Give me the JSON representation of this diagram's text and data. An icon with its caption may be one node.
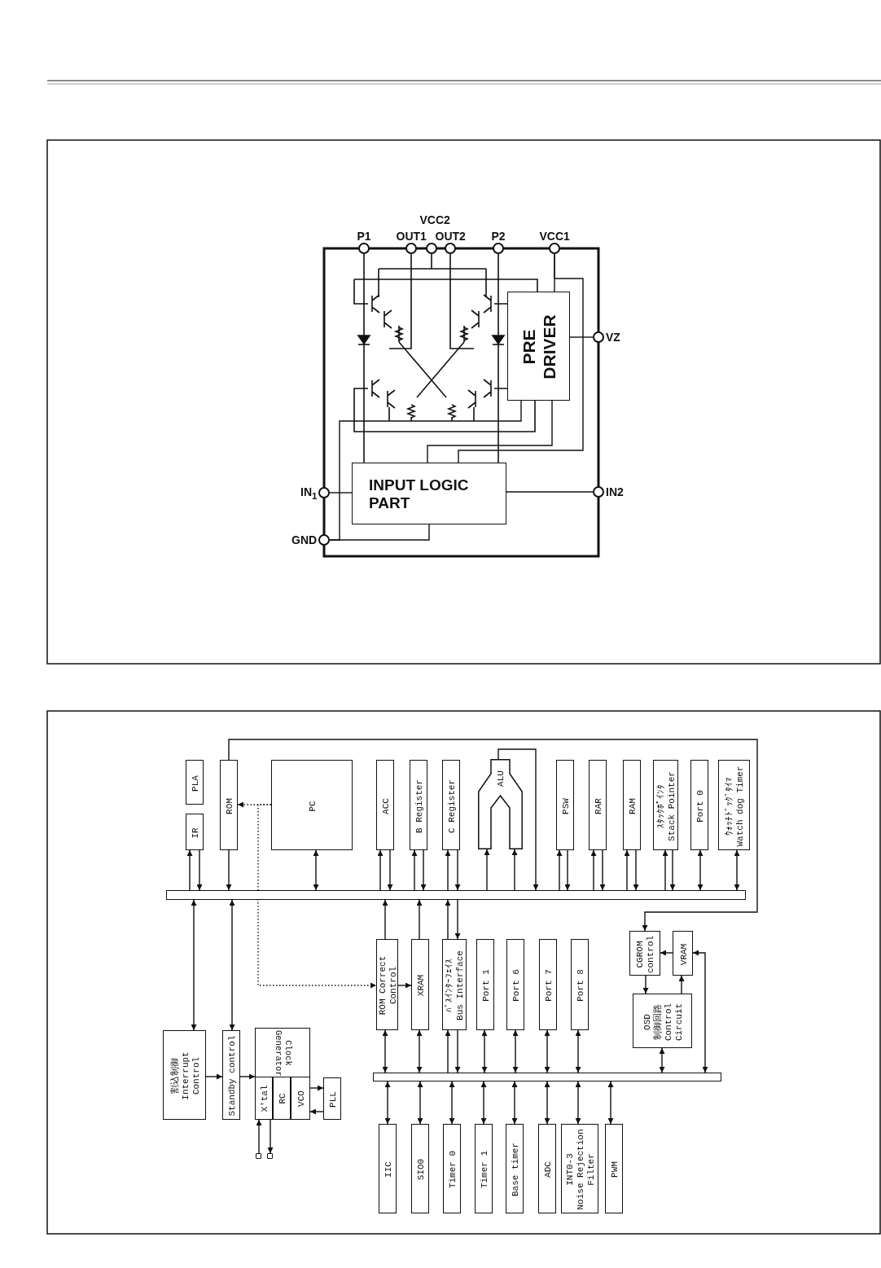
{
  "diagram": {
    "nodes": [
      {
        "text": [
          "P1"
        ]
      },
      {
        "text": [
          "OUT1"
        ]
      },
      {
        "text": [
          "VCC2"
        ]
      },
      {
        "text": [
          "OUT2"
        ]
      },
      {
        "text": [
          "P2"
        ]
      },
      {
        "text": [
          "VCC1"
        ]
      },
      {
        "text": [
          "VZ"
        ]
      },
      {
        "text": [
          "IN$_{1}$"
        ]
      },
      {
        "text": [
          "IN2"
        ]
      },
      {
        "text": [
          "GND"
        ]
      },
      {
        "text": [
          "PRE DRIVER"
        ]
      },
      {
        "text": [
          "INPUT LOGIC PART"
        ]
      },
      {
        "text": [
          "PLA"
        ]
      },
      {
        "text": [
          "IR"
        ]
      },
      {
        "text": [
          "ROM"
        ]
      },
      {
        "text": [
          "PC"
        ]
      },
      {
        "text": [
          "ACC"
        ]
      },
      {
        "text": [
          "B Register"
        ]
      },
      {
        "text": [
          "C Register"
        ]
      },
      {
        "text": [
          "ALU"
        ]
      },
      {
        "text": [
          "PSW"
        ]
      },
      {
        "text": [
          "RAR"
        ]
      },
      {
        "text": [
          "RAM"
        ]
      },
      {
        "text": [
          "ｽﾀｯｸﾎﾟｲﾝﾀ",
          "Stack Pointer"
        ]
      },
      {
        "text": [
          "Port 0"
        ]
      },
      {
        "text": [
          "ｳｫｯﾁﾄﾞｯｸﾞﾀｲﾏ",
          "Watch dog Timer"
        ]
      },
      {
        "text": [],
        "shape": "bar"
      },
      {
        "text": [
          "割込制御",
          "Interrupt Control"
        ]
      },
      {
        "text": [
          "Standby control"
        ]
      },
      {
        "text": [
          "Clock Generator"
        ]
      },
      {
        "text": [
          "X'tal"
        ],
        "in": 29
      },
      {
        "text": [
          "RC"
        ],
        "in": 29
      },
      {
        "text": [
          "VCO"
        ],
        "in": 29
      },
      {
        "text": [
          "PLL"
        ]
      },
      {
        "text": [],
        "shape": "box"
      },
      {
        "text": [],
        "shape": "box"
      },
      {
        "text": [
          "ROM Correct Control"
        ]
      },
      {
        "text": [
          "XRAM"
        ]
      },
      {
        "text": [
          "ﾊﾞｽｲﾝﾀｰﾌｪｲｽ",
          "Bus Interface"
        ]
      },
      {
        "text": [
          "Port 1"
        ]
      },
      {
        "text": [
          "Port 6"
        ]
      },
      {
        "text": [
          "Port 7"
        ]
      },
      {
        "text": [
          "Port 8"
        ]
      },
      {
        "text": [
          "CGROM control"
        ]
      },
      {
        "text": [
          "VRAM"
        ]
      },
      {
        "text": [
          "OSD",
          "制御回路",
          "Control Circuit"
        ]
      },
      {
        "text": [],
        "shape": "bar"
      },
      {
        "text": [
          "IIC"
        ]
      },
      {
        "text": [
          "SIO0"
        ]
      },
      {
        "text": [
          "Timer 0"
        ]
      },
      {
        "text": [
          "Timer 1"
        ]
      },
      {
        "text": [
          "Base timer"
        ]
      },
      {
        "text": [
          "ADC"
        ]
      },
      {
        "text": [
          "INT0-3",
          "Noise Rejection Filter"
        ]
      },
      {
        "text": [
          "PWM"
        ]
      }
    ],
    "edges": [
      {
        "from": 6,
        "to": 10,
        "arrow": "none"
      },
      {
        "from": 7,
        "to": 11,
        "arrow": "none"
      },
      {
        "from": 11,
        "to": 8,
        "arrow": "none"
      },
      {
        "from": 9,
        "to": 11,
        "arrow": "none"
      },
      {
        "from": 5,
        "to": 10,
        "arrow": "none"
      },
      {
        "from": 5,
        "to": 11,
        "arrow": "none"
      },
      {
        "from": 10,
        "to": 9,
        "arrow": "none"
      },
      {
        "from": 26,
        "to": 13,
        "arrow": "to"
      },
      {
        "from": 13,
        "to": 26,
        "arrow": "to"
      },
      {
        "from": 14,
        "to": 26,
        "arrow": "to"
      },
      {
        "from": 15,
        "to": 26,
        "arrow": "both"
      },
      {
        "from": 26,
        "to": 16,
        "arrow": "to"
      },
      {
        "from": 16,
        "to": 26,
        "arrow": "to"
      },
      {
        "from": 26,
        "to": 17,
        "arrow": "to"
      },
      {
        "from": 17,
        "to": 26,
        "arrow": "to"
      },
      {
        "from": 26,
        "to": 18,
        "arrow": "to"
      },
      {
        "from": 18,
        "to": 26,
        "arrow": "to"
      },
      {
        "from": 26,
        "to": 19,
        "arrow": "to"
      },
      {
        "from": 26,
        "to": 19,
        "arrow": "to"
      },
      {
        "from": 19,
        "to": 26,
        "arrow": "to"
      },
      {
        "from": 26,
        "to": 20,
        "arrow": "to"
      },
      {
        "from": 20,
        "to": 26,
        "arrow": "to"
      },
      {
        "from": 26,
        "to": 21,
        "arrow": "to"
      },
      {
        "from": 21,
        "to": 26,
        "arrow": "to"
      },
      {
        "from": 26,
        "to": 22,
        "arrow": "to"
      },
      {
        "from": 22,
        "to": 26,
        "arrow": "to"
      },
      {
        "from": 26,
        "to": 23,
        "arrow": "to"
      },
      {
        "from": 23,
        "to": 26,
        "arrow": "to"
      },
      {
        "from": 24,
        "to": 26,
        "arrow": "both"
      },
      {
        "from": 25,
        "to": 26,
        "arrow": "both"
      },
      {
        "from": 14,
        "to": 43,
        "arrow": "to"
      },
      {
        "from": 15,
        "to": 14,
        "arrow": "to",
        "style": "dashed"
      },
      {
        "from": 15,
        "to": 36,
        "arrow": "to",
        "style": "dashed"
      },
      {
        "from": 26,
        "to": 27,
        "arrow": "both"
      },
      {
        "from": 26,
        "to": 28,
        "arrow": "both"
      },
      {
        "from": 36,
        "to": 26,
        "arrow": "to"
      },
      {
        "from": 37,
        "to": 26,
        "arrow": "to"
      },
      {
        "from": 38,
        "to": 26,
        "arrow": "to"
      },
      {
        "from": 26,
        "to": 38,
        "arrow": "to"
      },
      {
        "from": 36,
        "to": 37,
        "arrow": "to"
      },
      {
        "from": 27,
        "to": 28,
        "arrow": "to"
      },
      {
        "from": 28,
        "to": 29,
        "arrow": "to"
      },
      {
        "from": 32,
        "to": 33,
        "arrow": "to"
      },
      {
        "from": 33,
        "to": 32,
        "arrow": "to"
      },
      {
        "from": 34,
        "to": 30,
        "arrow": "to"
      },
      {
        "from": 30,
        "to": 35,
        "arrow": "to"
      },
      {
        "from": 36,
        "to": 46,
        "arrow": "both"
      },
      {
        "from": 37,
        "to": 46,
        "arrow": "both"
      },
      {
        "from": 46,
        "to": 38,
        "arrow": "to"
      },
      {
        "from": 38,
        "to": 46,
        "arrow": "to"
      },
      {
        "from": 39,
        "to": 46,
        "arrow": "both"
      },
      {
        "from": 40,
        "to": 46,
        "arrow": "both"
      },
      {
        "from": 41,
        "to": 46,
        "arrow": "both"
      },
      {
        "from": 42,
        "to": 46,
        "arrow": "both"
      },
      {
        "from": 44,
        "to": 43,
        "arrow": "to"
      },
      {
        "from": 43,
        "to": 45,
        "arrow": "to"
      },
      {
        "from": 45,
        "to": 44,
        "arrow": "to"
      },
      {
        "from": 45,
        "to": 46,
        "arrow": "both"
      },
      {
        "from": 46,
        "to": 44,
        "arrow": "both"
      },
      {
        "from": 46,
        "to": 47,
        "arrow": "both"
      },
      {
        "from": 46,
        "to": 48,
        "arrow": "both"
      },
      {
        "from": 46,
        "to": 49,
        "arrow": "both"
      },
      {
        "from": 46,
        "to": 50,
        "arrow": "both"
      },
      {
        "from": 46,
        "to": 51,
        "arrow": "both"
      },
      {
        "from": 46,
        "to": 52,
        "arrow": "both"
      },
      {
        "from": 46,
        "to": 53,
        "arrow": "both"
      },
      {
        "from": 46,
        "to": 54,
        "arrow": "both"
      },
      {
        "from": 10,
        "to": 11,
        "arrow": "none"
      }
    ]
  }
}
